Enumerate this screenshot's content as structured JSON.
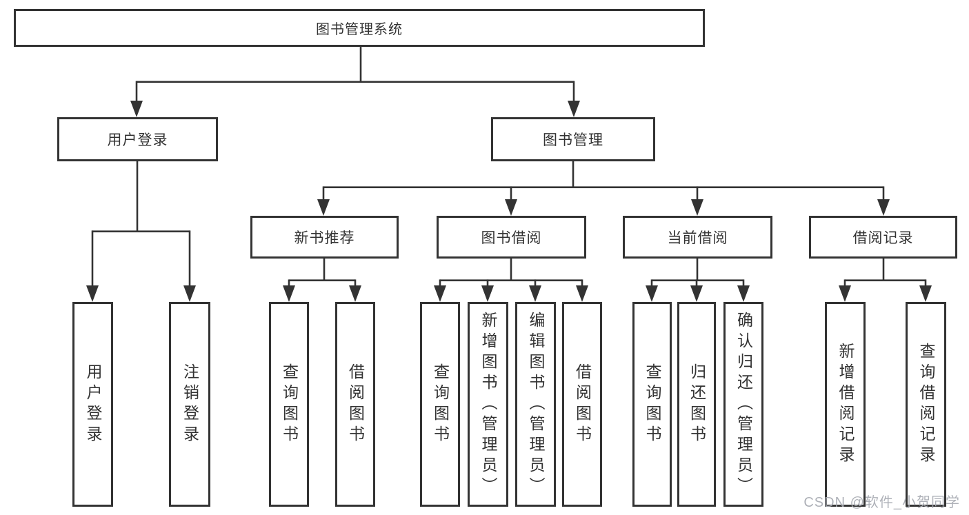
{
  "diagram": {
    "root": {
      "label": "图书管理系统"
    },
    "branches": [
      {
        "label": "用户登录",
        "children": [
          {
            "label": "用户登录"
          },
          {
            "label": "注销登录"
          }
        ]
      },
      {
        "label": "图书管理",
        "children": [
          {
            "label": "新书推荐",
            "children": [
              {
                "label": "查询图书"
              },
              {
                "label": "借阅图书"
              }
            ]
          },
          {
            "label": "图书借阅",
            "children": [
              {
                "label": "查询图书"
              },
              {
                "label": "新增图书（管理员）"
              },
              {
                "label": "编辑图书（管理员）"
              },
              {
                "label": "借阅图书"
              }
            ]
          },
          {
            "label": "当前借阅",
            "children": [
              {
                "label": "查询图书"
              },
              {
                "label": "归还图书"
              },
              {
                "label": "确认归还（管理员）"
              }
            ]
          },
          {
            "label": "借阅记录",
            "children": [
              {
                "label": "新增借阅记录"
              },
              {
                "label": "查询借阅记录"
              }
            ]
          }
        ]
      }
    ]
  },
  "watermark": {
    "text": "CSDN @软件_小贺同学"
  },
  "colors": {
    "line": "#333333",
    "text": "#333333",
    "box_background": "#ffffff",
    "page_background": "#ffffff",
    "watermark_color": "#a8abb2"
  }
}
